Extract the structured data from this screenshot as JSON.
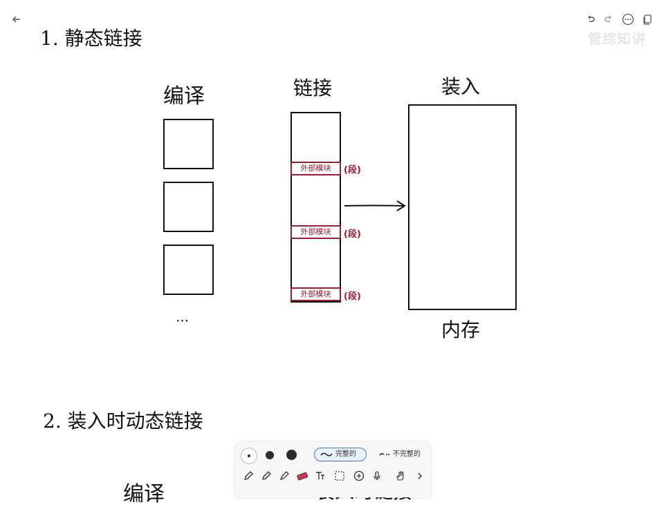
{
  "title_static": "1. 静态链接",
  "title_load": "2. 装入时动态链接",
  "labels": {
    "compile": "编译",
    "link": "链接",
    "load": "装入",
    "memory": "内存",
    "ellipsis": "···",
    "bottom_compile": "编译",
    "bottom_load_link": "装入时链接"
  },
  "segments": [
    {
      "text": "外部模块",
      "suffix": "(段)"
    },
    {
      "text": "外部模块",
      "suffix": "(段)"
    },
    {
      "text": "外部模块",
      "suffix": "(段)"
    }
  ],
  "watermark": "管综知讲",
  "toolbar": {
    "stroke_complete": "完整的",
    "stroke_incomplete": "不完整的"
  },
  "colors": {
    "accent_red": "#9b1c2e",
    "ink": "#111111",
    "select_blue": "#4b79c8"
  },
  "icons": [
    "back-arrow-icon",
    "undo-icon",
    "redo-icon",
    "more-icon",
    "pages-icon",
    "pencil-icon",
    "marker-icon",
    "highlighter-icon",
    "eraser-icon",
    "text-icon",
    "lasso-select-icon",
    "add-icon",
    "mic-icon",
    "hand-icon",
    "chevron-right-icon"
  ]
}
